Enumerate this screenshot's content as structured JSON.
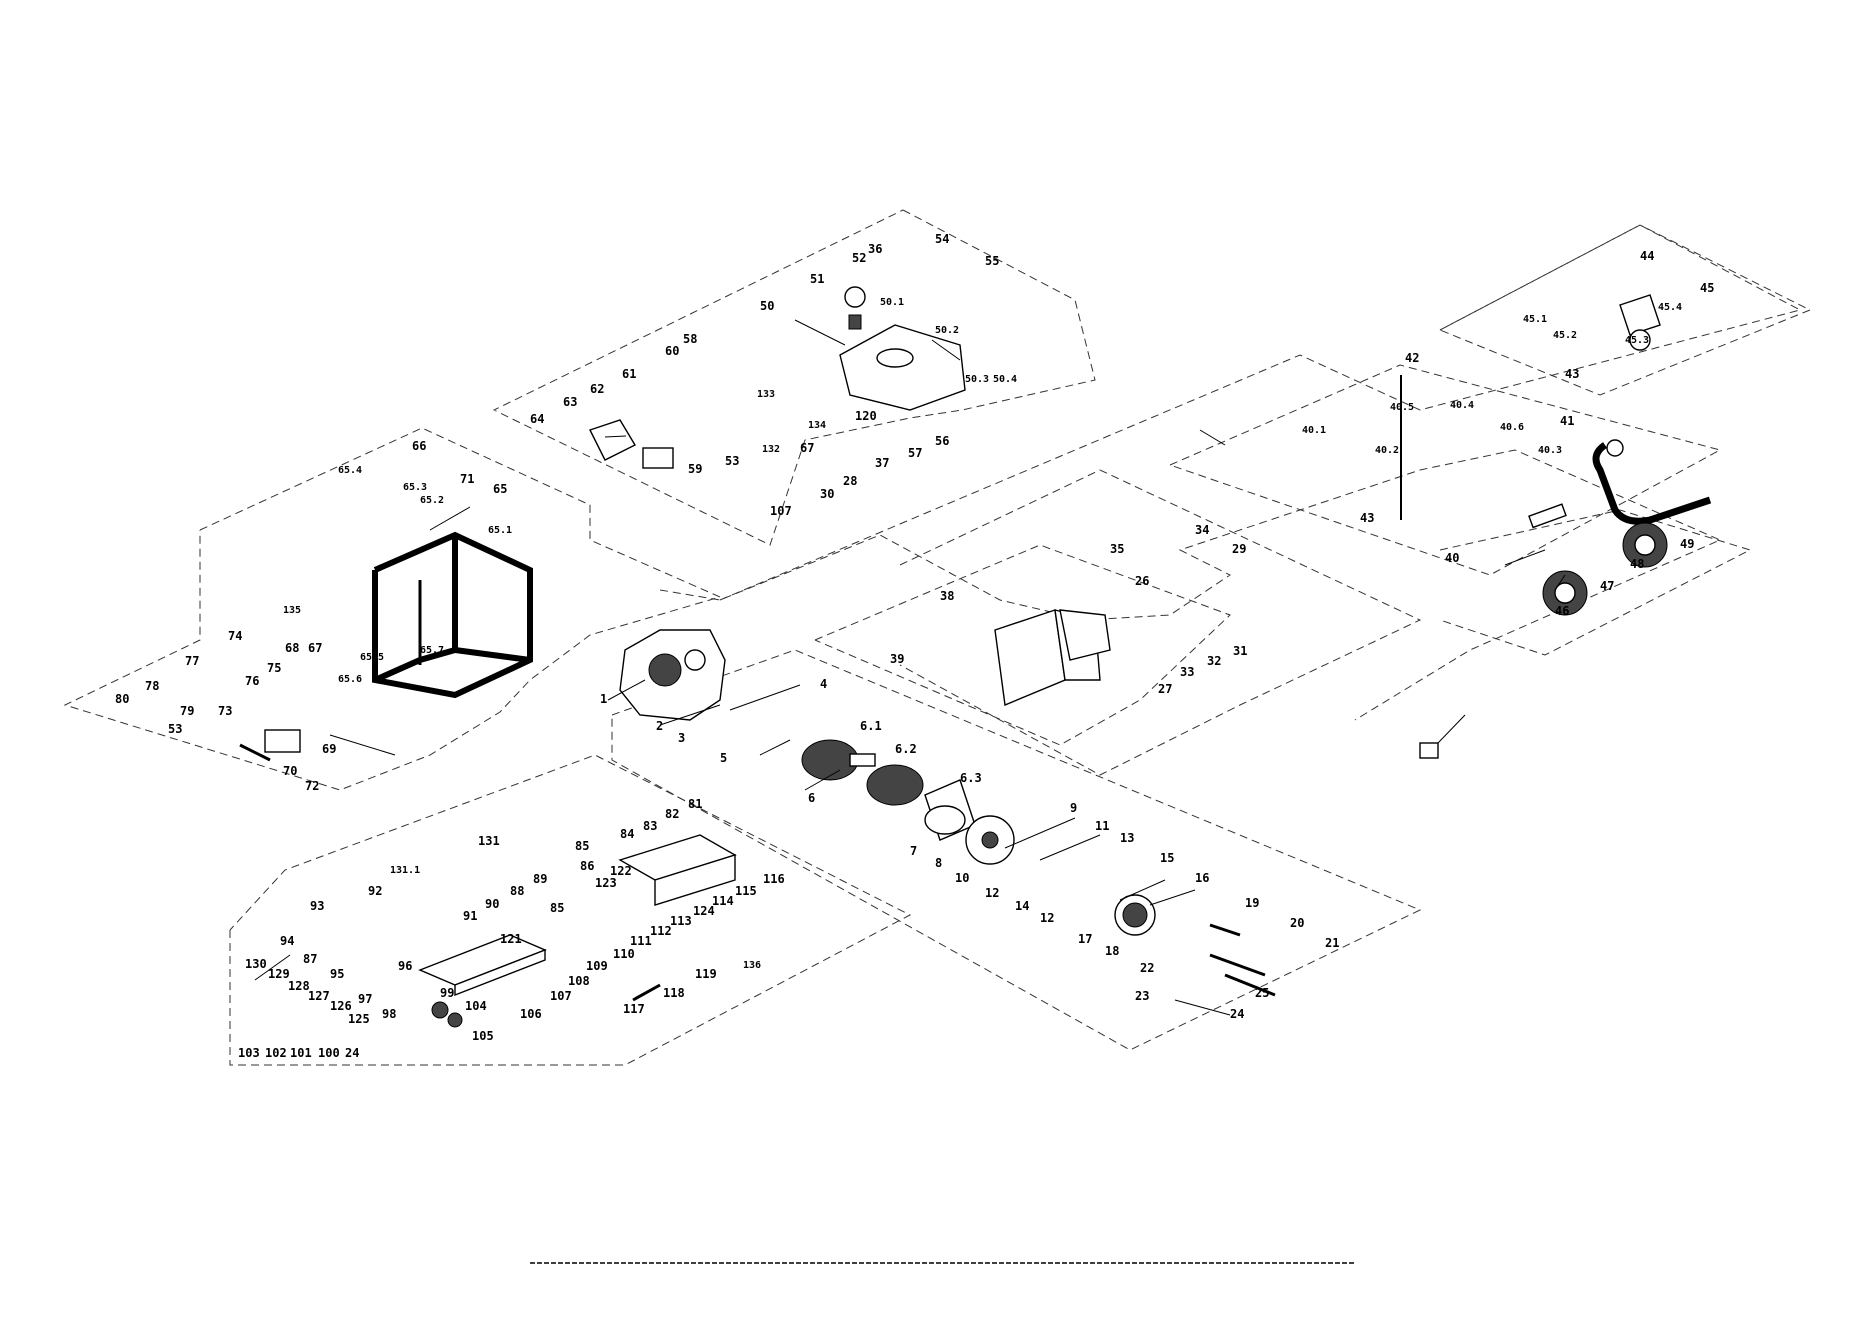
{
  "labels": {
    "l1": "1",
    "l2": "2",
    "l3": "3",
    "l4": "4",
    "l5": "5",
    "l6": "6",
    "l6_1": "6.1",
    "l6_2": "6.2",
    "l6_3": "6.3",
    "l7": "7",
    "l8": "8",
    "l9": "9",
    "l10": "10",
    "l11": "11",
    "l12a": "12",
    "l12b": "12",
    "l13": "13",
    "l14": "14",
    "l15": "15",
    "l16": "16",
    "l17": "17",
    "l18": "18",
    "l19": "19",
    "l20": "20",
    "l21": "21",
    "l22": "22",
    "l23": "23",
    "l24a": "24",
    "l24b": "24",
    "l25": "25",
    "l26": "26",
    "l27": "27",
    "l28": "28",
    "l29": "29",
    "l30": "30",
    "l31": "31",
    "l32": "32",
    "l33": "33",
    "l34": "34",
    "l35": "35",
    "l36": "36",
    "l37": "37",
    "l38": "38",
    "l39": "39",
    "l40": "40",
    "l40_1": "40.1",
    "l40_2": "40.2",
    "l40_3": "40.3",
    "l40_4": "40.4",
    "l40_5": "40.5",
    "l40_6": "40.6",
    "l41": "41",
    "l42": "42",
    "l43a": "43",
    "l43b": "43",
    "l44": "44",
    "l45": "45",
    "l45_1": "45.1",
    "l45_2": "45.2",
    "l45_3": "45.3",
    "l45_4": "45.4",
    "l46": "46",
    "l47": "47",
    "l48": "48",
    "l49": "49",
    "l50": "50",
    "l50_1": "50.1",
    "l50_2": "50.2",
    "l50_3": "50.3",
    "l50_4": "50.4",
    "l51": "51",
    "l52": "52",
    "l53a": "53",
    "l53b": "53",
    "l54": "54",
    "l55": "55",
    "l56": "56",
    "l57": "57",
    "l58": "58",
    "l59": "59",
    "l60": "60",
    "l61": "61",
    "l62": "62",
    "l63": "63",
    "l64": "64",
    "l65": "65",
    "l65_1": "65.1",
    "l65_2": "65.2",
    "l65_3": "65.3",
    "l65_4": "65.4",
    "l65_5": "65.5",
    "l65_6": "65.6",
    "l65_7": "65.7",
    "l66": "66",
    "l67a": "67",
    "l67b": "67",
    "l68": "68",
    "l69": "69",
    "l70": "70",
    "l71": "71",
    "l72": "72",
    "l73": "73",
    "l74": "74",
    "l75": "75",
    "l76": "76",
    "l77": "77",
    "l78": "78",
    "l79": "79",
    "l80": "80",
    "l81": "81",
    "l82": "82",
    "l83": "83",
    "l84": "84",
    "l85a": "85",
    "l85b": "85",
    "l86": "86",
    "l87": "87",
    "l88": "88",
    "l89": "89",
    "l90": "90",
    "l91": "91",
    "l92": "92",
    "l93": "93",
    "l94": "94",
    "l95": "95",
    "l96": "96",
    "l97": "97",
    "l98": "98",
    "l99": "99",
    "l100": "100",
    "l101": "101",
    "l102": "102",
    "l103": "103",
    "l104": "104",
    "l105": "105",
    "l106": "106",
    "l107a": "107",
    "l107b": "107",
    "l108": "108",
    "l109": "109",
    "l110": "110",
    "l111": "111",
    "l112": "112",
    "l113": "113",
    "l114": "114",
    "l115": "115",
    "l116": "116",
    "l117": "117",
    "l118": "118",
    "l119": "119",
    "l120": "120",
    "l121": "121",
    "l122": "122",
    "l123": "123",
    "l124": "124",
    "l125": "125",
    "l126": "126",
    "l127": "127",
    "l128": "128",
    "l129": "129",
    "l130": "130",
    "l131": "131",
    "l131_1": "131.1",
    "l132": "132",
    "l133": "133",
    "l134": "134",
    "l135": "135",
    "l136": "136"
  }
}
